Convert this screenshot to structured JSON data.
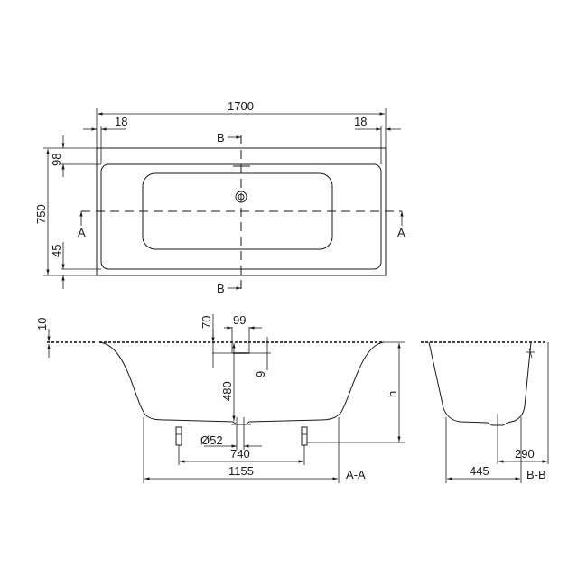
{
  "drawing": {
    "title": "Bathtub technical drawing",
    "plan_view": {
      "length": "1700",
      "rim_left": "18",
      "rim_right": "18",
      "width": "750",
      "rim_back": "98",
      "rim_front": "45",
      "section_a_label": "A",
      "section_b_label": "B"
    },
    "section_a": {
      "label": "A-A",
      "rim_thickness": "10",
      "overflow_height": "70",
      "overflow_width": "99",
      "overflow_offset": "9",
      "depth": "480",
      "drain_diameter": "Ø52",
      "feet_spacing": "740",
      "base_length": "1155",
      "height_label": "h"
    },
    "section_b": {
      "label": "B-B",
      "drain_offset": "290",
      "base_width": "445"
    }
  }
}
